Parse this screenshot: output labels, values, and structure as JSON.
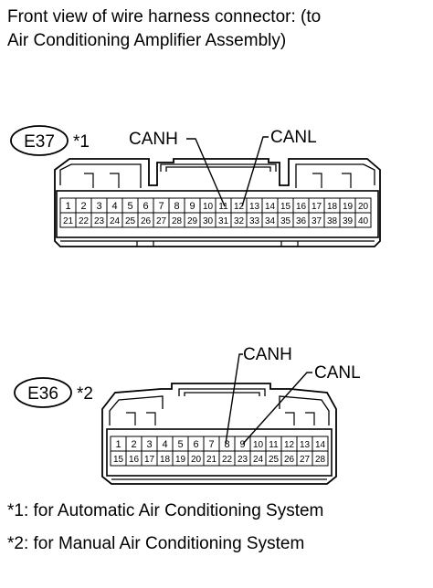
{
  "title_lines": [
    "Front view of wire harness connector: (to",
    "Air Conditioning Amplifier Assembly)"
  ],
  "connectors": [
    {
      "id": "E37",
      "note_ref": "*1",
      "pins_top": [
        "1",
        "2",
        "3",
        "4",
        "5",
        "6",
        "7",
        "8",
        "9",
        "10",
        "11",
        "12",
        "13",
        "14",
        "15",
        "16",
        "17",
        "18",
        "19",
        "20"
      ],
      "pins_bottom": [
        "21",
        "22",
        "23",
        "24",
        "25",
        "26",
        "27",
        "28",
        "29",
        "30",
        "31",
        "32",
        "33",
        "34",
        "35",
        "36",
        "37",
        "38",
        "39",
        "40"
      ],
      "labels": [
        {
          "text": "CANH",
          "pin": "11"
        },
        {
          "text": "CANL",
          "pin": "12"
        }
      ]
    },
    {
      "id": "E36",
      "note_ref": "*2",
      "pins_top": [
        "1",
        "2",
        "3",
        "4",
        "5",
        "6",
        "7",
        "8",
        "9",
        "10",
        "11",
        "12",
        "13",
        "14"
      ],
      "pins_bottom": [
        "15",
        "16",
        "17",
        "18",
        "19",
        "20",
        "21",
        "22",
        "23",
        "24",
        "25",
        "26",
        "27",
        "28"
      ],
      "labels": [
        {
          "text": "CANH",
          "pin": "8"
        },
        {
          "text": "CANL",
          "pin": "9"
        }
      ]
    }
  ],
  "notes": [
    "*1: for Automatic Air Conditioning System",
    "*2: for Manual Air Conditioning System"
  ]
}
